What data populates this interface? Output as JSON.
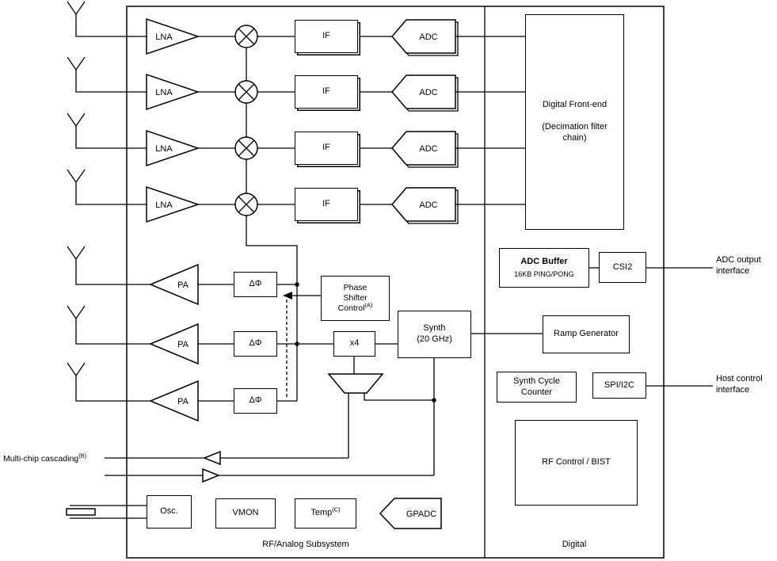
{
  "colors": {
    "ink": "#000000",
    "paper": "#ffffff"
  },
  "regions": {
    "analog": "RF/Analog Subsystem",
    "digital": "Digital"
  },
  "rx": {
    "lna": "LNA",
    "if": "IF",
    "adc": "ADC"
  },
  "tx": {
    "pa": "PA",
    "phase_shifter": "ΔΦ"
  },
  "blocks": {
    "psc": {
      "l1": "Phase",
      "l2": "Shifter",
      "l3": "Control",
      "sup": "(A)"
    },
    "x4": "x4",
    "synth": {
      "l1": "Synth",
      "l2": "(20 GHz)"
    },
    "dfe": {
      "title": "Digital Front-end",
      "sub1": "(Decimation filter",
      "sub2": "chain)"
    },
    "adc_buffer": {
      "title": "ADC Buffer",
      "sub": "16KB PING/PONG"
    },
    "csi2": "CSI2",
    "ramp": "Ramp Generator",
    "scc": {
      "l1": "Synth Cycle",
      "l2": "Counter"
    },
    "spi": "SPI/I2C",
    "rfbist": "RF Control / BIST",
    "osc": "Osc.",
    "vmon": "VMON",
    "temp": {
      "label": "Temp",
      "sup": "(C)"
    },
    "gpadc": "GPADC"
  },
  "annotations": {
    "cascade": {
      "label": "Multi-chip cascading",
      "sup": "(B)"
    },
    "adc_out": {
      "l1": "ADC output",
      "l2": "interface"
    },
    "host": {
      "l1": "Host control",
      "l2": "interface"
    }
  }
}
